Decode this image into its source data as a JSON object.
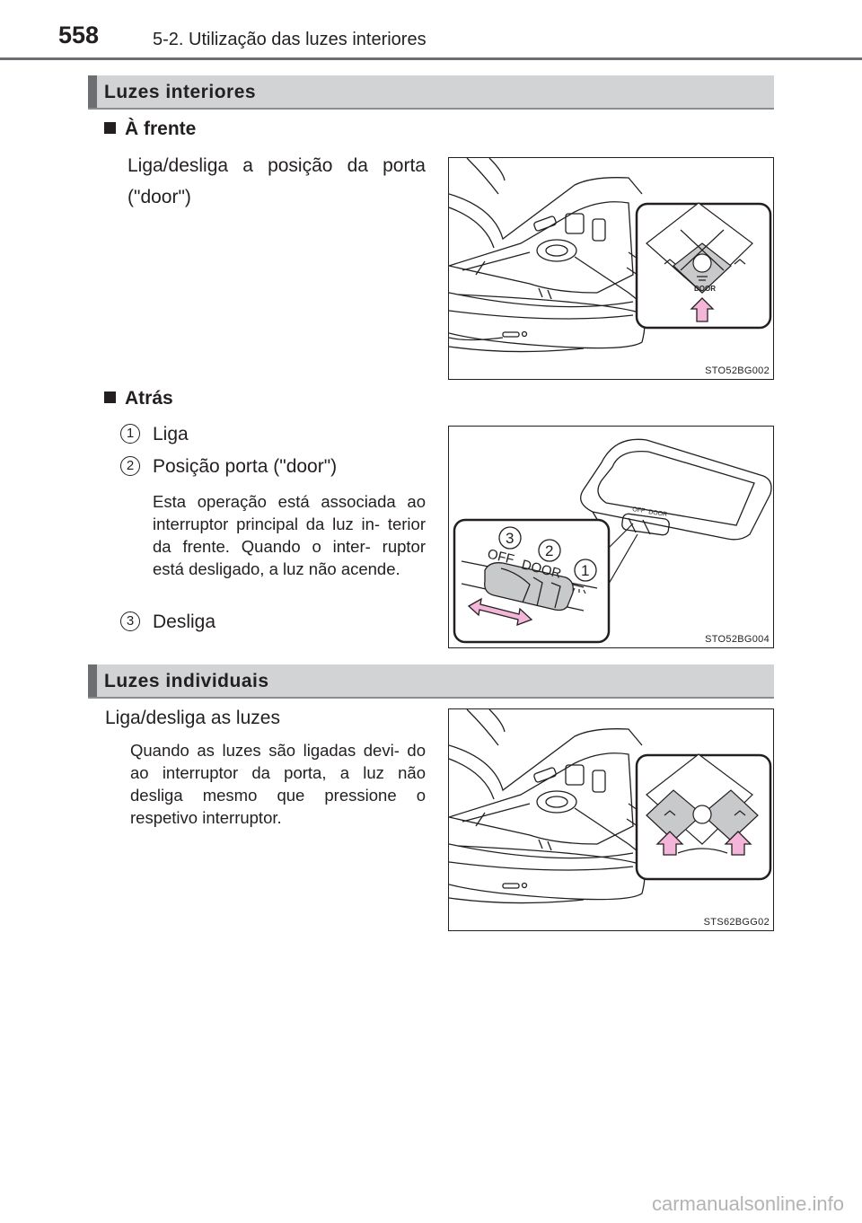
{
  "header": {
    "page_number": "558",
    "title": "5-2. Utilização das luzes interiores"
  },
  "section_interior": {
    "title": "Luzes interiores",
    "front": {
      "heading": "À frente",
      "line1": "Liga/desliga a posição da porta",
      "line2": "(\"door\")",
      "figure_code": "STO52BG002",
      "door_label": "DOOR"
    },
    "rear": {
      "heading": "Atrás",
      "items": [
        {
          "number": "1",
          "label": "Liga"
        },
        {
          "number": "2",
          "label": "Posição porta (\"door\")"
        },
        {
          "number": "3",
          "label": "Desliga"
        }
      ],
      "note": "Esta operação está associada ao interruptor principal da luz in- terior da frente. Quando o inter- ruptor está desligado, a luz não acende.",
      "figure_code": "STO52BG004",
      "switch_labels": {
        "off": "OFF",
        "door": "DOOR"
      },
      "callouts": [
        "3",
        "2",
        "1"
      ]
    }
  },
  "section_individual": {
    "title": "Luzes individuais",
    "line": "Liga/desliga as luzes",
    "note": "Quando as luzes são ligadas devi- do ao interruptor da porta, a luz não desliga mesmo que pressione o respetivo interruptor.",
    "figure_code": "STS62BGG02"
  },
  "watermark": "carmanualsonline.info",
  "colors": {
    "arrow_pink": "#f4b6d8",
    "section_bar": "#d1d3d4",
    "button_grey": "#c8c9cb"
  }
}
